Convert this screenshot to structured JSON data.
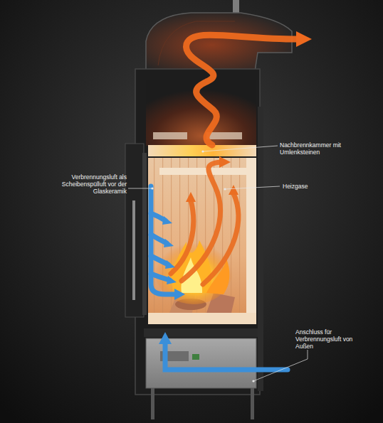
{
  "diagram": {
    "labels": [
      "Nachbrennkammer mit Umlenksteinen",
      "Verbrennungsluft als Scheibenspülluft vor der Glaskeramik",
      "Heizgase",
      "Anschluss für Verbrennungsluft von Außen"
    ]
  }
}
